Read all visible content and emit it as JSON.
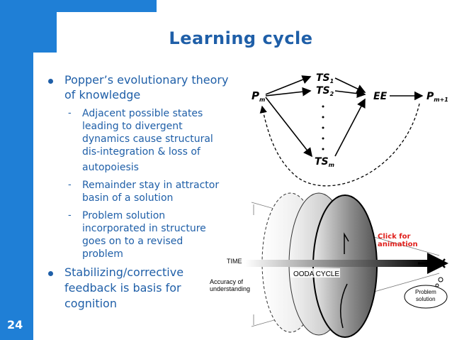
{
  "slide": {
    "number": "24",
    "title": "Learning cycle"
  },
  "bullets": [
    {
      "text_line1": "Popper’s evolutionary theory",
      "text_line2": "of knowledge",
      "subs": [
        {
          "lines": [
            "Adjacent possible states",
            "leading to divergent",
            "dynamics cause structural",
            "dis-integration & loss of",
            "autopoiesis"
          ]
        },
        {
          "lines": [
            "Remainder stay in attractor",
            "basin of a solution"
          ]
        },
        {
          "lines": [
            "Problem solution",
            "incorporated in structure",
            "goes on to a revised",
            "problem"
          ]
        }
      ]
    },
    {
      "text_line1": "Stabilizing/corrective",
      "text_line2": "feedback is basis for",
      "text_line3": "cognition"
    }
  ],
  "popper_diagram": {
    "p_start": "P",
    "p_start_sub": "m",
    "ts1": "TS",
    "ts1_sub": "1",
    "ts2": "TS",
    "ts2_sub": "2",
    "tsm": "TS",
    "tsm_sub": "m",
    "ee": "EE",
    "p_end": "P",
    "p_end_sub": "m+1"
  },
  "ooda": {
    "time_label": "TIME",
    "accuracy_line1": "Accuracy of",
    "accuracy_line2": "understanding",
    "cycle_label": "OODA CYCLE",
    "problem_line1": "Problem",
    "problem_line2": "solution",
    "click_note": "Click for animation",
    "colors": {
      "link": "#e0201c",
      "accent": "#1f5fa8",
      "sidebar": "#1f7fd6"
    }
  }
}
